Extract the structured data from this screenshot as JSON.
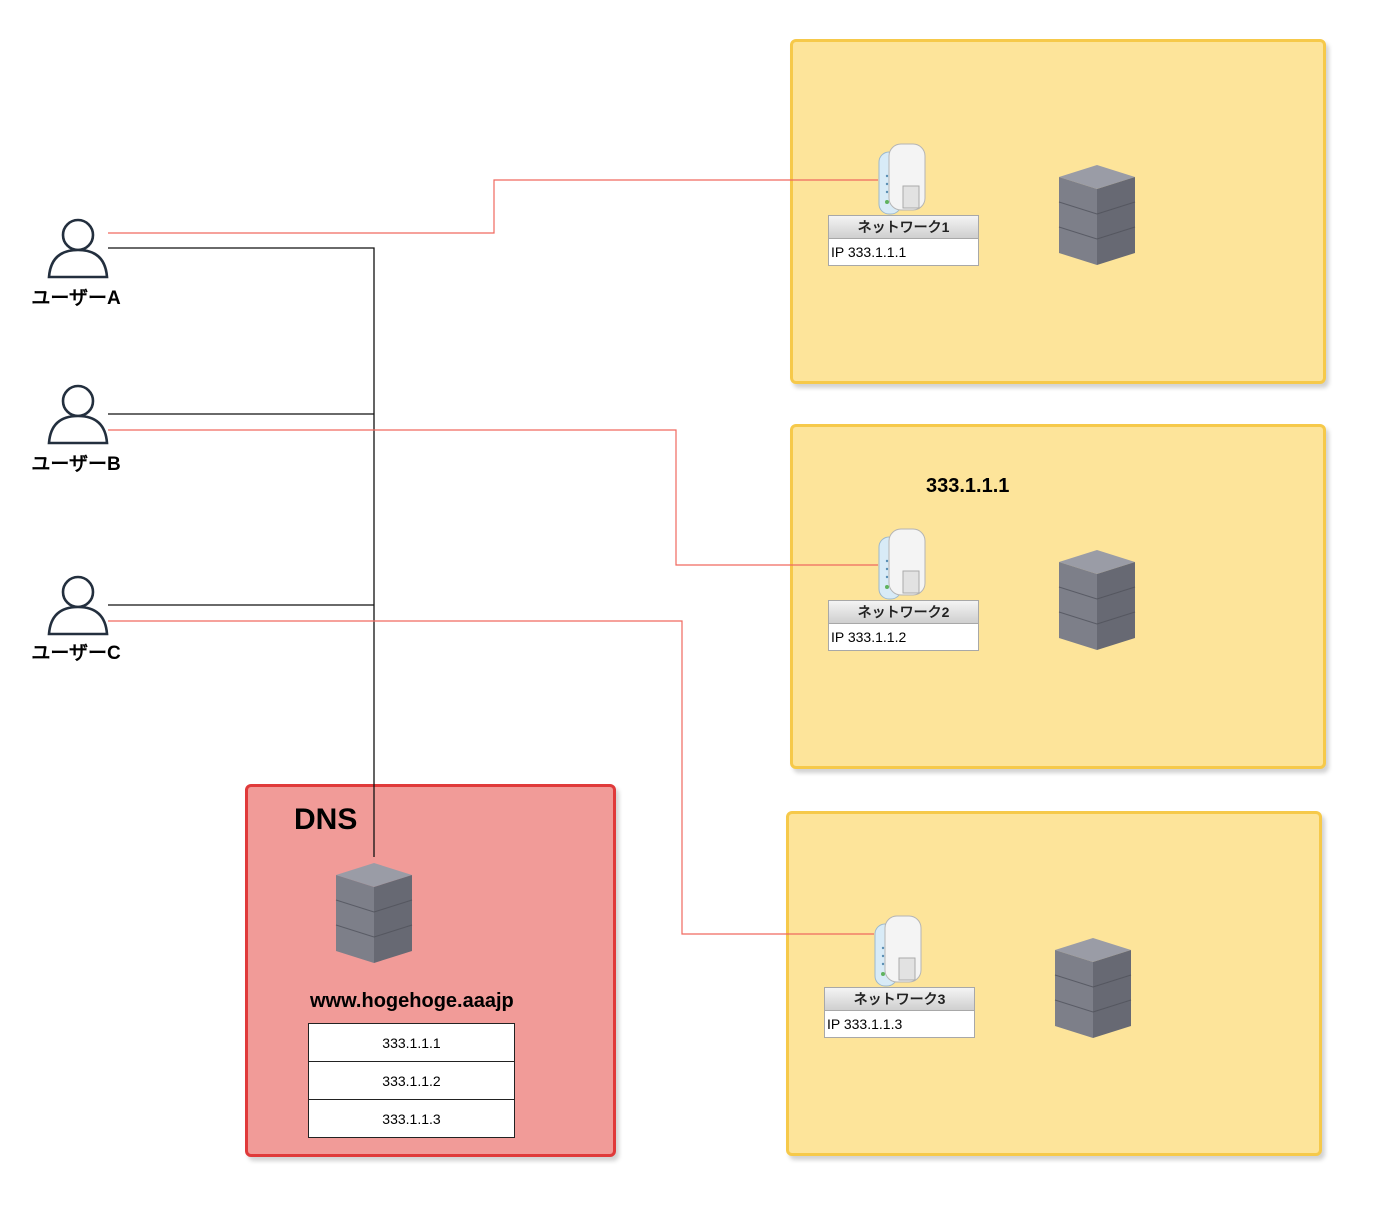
{
  "users": [
    {
      "label": "ユーザーA"
    },
    {
      "label": "ユーザーB"
    },
    {
      "label": "ユーザーC"
    }
  ],
  "networks": [
    {
      "name": "ネットワーク1",
      "ip": "IP 333.1.1.1"
    },
    {
      "name": "ネットワーク2",
      "ip": "IP 333.1.1.2",
      "caption": "333.1.1.1"
    },
    {
      "name": "ネットワーク3",
      "ip": "IP 333.1.1.3"
    }
  ],
  "dns": {
    "title": "DNS",
    "domain": "www.hogehoge.aaajp",
    "records": [
      "333.1.1.1",
      "333.1.1.2",
      "333.1.1.3"
    ]
  },
  "colors": {
    "zone_fill": "#fde49a",
    "zone_border": "#f6c94a",
    "dns_fill": "#f19b98",
    "dns_border": "#e03a3a",
    "red_wire": "#f0695f",
    "black_wire": "#111111"
  }
}
